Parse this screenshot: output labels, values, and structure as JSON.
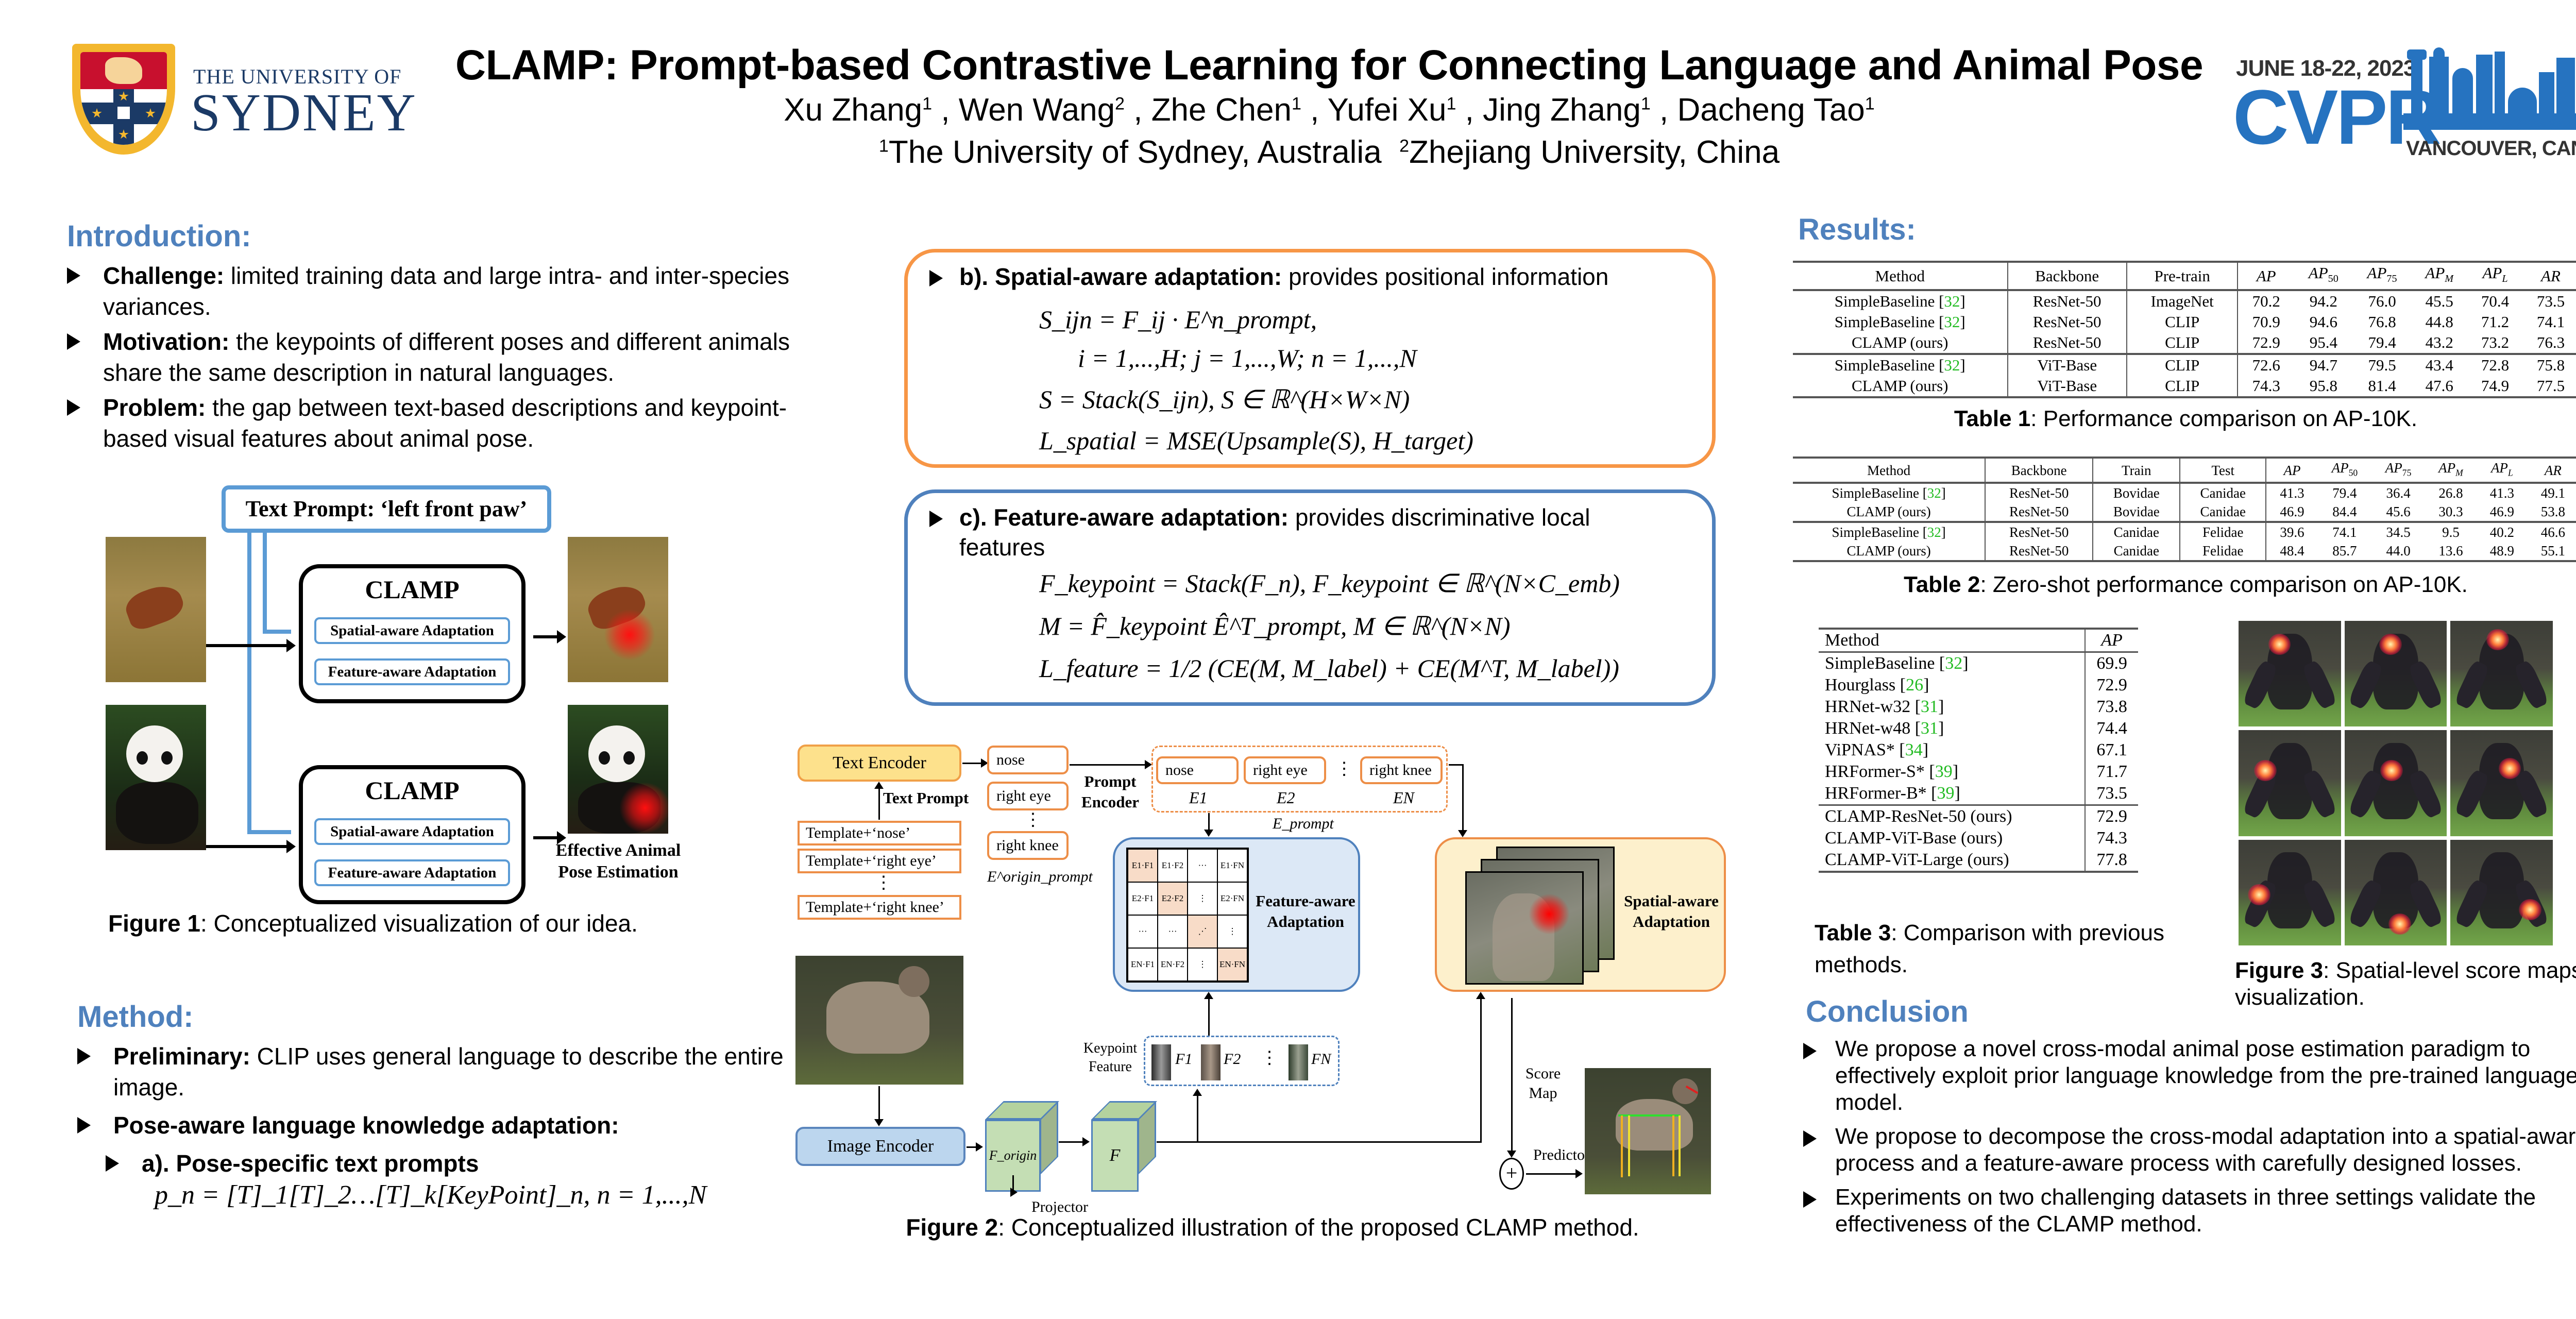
{
  "header": {
    "title": "CLAMP: Prompt-based Contrastive Learning for Connecting Language and Animal Pose",
    "authors": [
      {
        "name": "Xu Zhang",
        "aff": "1"
      },
      {
        "name": "Wen Wang",
        "aff": "2"
      },
      {
        "name": "Zhe Chen",
        "aff": "1"
      },
      {
        "name": "Yufei Xu",
        "aff": "1"
      },
      {
        "name": "Jing Zhang",
        "aff": "1"
      },
      {
        "name": "Dacheng Tao",
        "aff": "1"
      }
    ],
    "affiliations": [
      {
        "num": "1",
        "name": "The University of Sydney, Australia"
      },
      {
        "num": "2",
        "name": "Zhejiang University, China"
      }
    ]
  },
  "logos": {
    "usyd_line1": "THE UNIVERSITY OF",
    "usyd_line2": "SYDNEY",
    "cvpr_date": "JUNE 18-22, 2023",
    "cvpr_name": "CVPR",
    "cvpr_city": "VANCOUVER, CANADA"
  },
  "colors": {
    "heading": "#4f81bd",
    "spatial_border": "#f79646",
    "feature_border": "#4f81bd",
    "ref_green": "#22bb22",
    "cvpr_blue": "#2673c0"
  },
  "introduction": {
    "heading": "Introduction:",
    "items": [
      {
        "label": "Challenge:",
        "text": " limited training data and large intra- and inter-species variances."
      },
      {
        "label": "Motivation:",
        "text": " the keypoints of different poses and different animals share the same description in natural languages."
      },
      {
        "label": "Problem:",
        "text": " the gap between text-based descriptions and keypoint-based visual features about animal pose."
      }
    ]
  },
  "figure1": {
    "text_prompt": "Text Prompt: ‘left front paw’",
    "clamp_label": "CLAMP",
    "spatial_label": "Spatial-aware Adaptation",
    "feature_label": "Feature-aware Adaptation",
    "effective_label_1": "Effective Animal",
    "effective_label_2": "Pose Estimation",
    "caption_bold": "Figure 1",
    "caption_text": ": Conceptualized visualization of our idea."
  },
  "method": {
    "heading": "Method:",
    "preliminary_label": "Preliminary:",
    "preliminary_text": " CLIP uses general language to describe the entire image.",
    "pose_aware_label": "Pose-aware language knowledge adaptation:",
    "sub_a_label": "a). Pose-specific text prompts",
    "equation_pn": "p_n = [T]_1[T]_2…[T]_k[KeyPoint]_n,  n = 1,...,N"
  },
  "spatial_box": {
    "label": "b). Spatial-aware adaptation:",
    "text": " provides positional information",
    "eq1": "S_ijn = F_ij · E^n_prompt,",
    "eq2": "i = 1,...,H; j = 1,...,W; n = 1,...,N",
    "eq3": "S = Stack(S_ijn),  S ∈ ℝ^(H×W×N)",
    "eq4": "L_spatial = MSE(Upsample(S), H_target)"
  },
  "feature_box": {
    "label": "c). Feature-aware adaptation:",
    "text": " provides discriminative local features",
    "eq1": "F_keypoint = Stack(F_n),  F_keypoint ∈ ℝ^(N×C_emb)",
    "eq2": "M = F̂_keypoint Ê^T_prompt,  M ∈ ℝ^(N×N)",
    "eq3": "L_feature = 1/2 (CE(M, M_label) + CE(M^T, M_label))"
  },
  "figure2": {
    "text_encoder": "Text Encoder",
    "text_prompt": "Text Prompt",
    "templates": [
      "Template+‘nose’",
      "Template+‘right eye’",
      "Template+‘right knee’"
    ],
    "origin_tokens": [
      "nose",
      "right eye",
      "right knee"
    ],
    "origin_label": "E^origin_prompt",
    "prompt_encoder": "Prompt Encoder",
    "prompt_tokens": [
      "nose",
      "right eye",
      "right knee"
    ],
    "prompt_token_labels": [
      "E1",
      "E2",
      "EN"
    ],
    "eprompt_label": "E_prompt",
    "matrix": [
      [
        "E1·F1",
        "E1·F2",
        "···",
        "E1·FN"
      ],
      [
        "E2·F1",
        "E2·F2",
        "⋮",
        "E2·FN"
      ],
      [
        "···",
        "···",
        "⋰",
        "⋮"
      ],
      [
        "EN·F1",
        "EN·F2",
        "⋮",
        "EN·FN"
      ]
    ],
    "feature_aware_label": "Feature-aware Adaptation",
    "spatial_aware_label": "Spatial-aware Adaptation",
    "keypoint_feature_label": "Keypoint Feature",
    "keypoint_labels": [
      "F1",
      "F2",
      "FN"
    ],
    "image_encoder": "Image Encoder",
    "f_origin": "F_origin",
    "projector": "Projector",
    "f_label": "F",
    "score_map": "Score Map",
    "predictor": "Predictor",
    "caption_bold": "Figure 2",
    "caption_text": ": Conceptualized illustration of the proposed CLAMP method."
  },
  "results": {
    "heading": "Results:",
    "table1": {
      "headers": [
        "Method",
        "Backbone",
        "Pre-train",
        "AP",
        "AP50",
        "AP75",
        "APM",
        "APL",
        "AR"
      ],
      "rows": [
        {
          "method": "SimpleBaseline",
          "ref": "32",
          "backbone": "ResNet-50",
          "pretrain": "ImageNet",
          "values": [
            "70.2",
            "94.2",
            "76.0",
            "45.5",
            "70.4",
            "73.5"
          ]
        },
        {
          "method": "SimpleBaseline",
          "ref": "32",
          "backbone": "ResNet-50",
          "pretrain": "CLIP",
          "values": [
            "70.9",
            "94.6",
            "76.8",
            "44.8",
            "71.2",
            "74.1"
          ]
        },
        {
          "method": "CLAMP (ours)",
          "ref": "",
          "backbone": "ResNet-50",
          "pretrain": "CLIP",
          "values": [
            "72.9",
            "95.4",
            "79.4",
            "43.2",
            "73.2",
            "76.3"
          ]
        },
        {
          "method": "SimpleBaseline",
          "ref": "32",
          "backbone": "ViT-Base",
          "pretrain": "CLIP",
          "values": [
            "72.6",
            "94.7",
            "79.5",
            "43.4",
            "72.8",
            "75.8"
          ]
        },
        {
          "method": "CLAMP (ours)",
          "ref": "",
          "backbone": "ViT-Base",
          "pretrain": "CLIP",
          "values": [
            "74.3",
            "95.8",
            "81.4",
            "47.6",
            "74.9",
            "77.5"
          ]
        }
      ],
      "caption_bold": "Table 1",
      "caption_text": ": Performance comparison on AP-10K."
    },
    "table2": {
      "headers": [
        "Method",
        "Backbone",
        "Train",
        "Test",
        "AP",
        "AP50",
        "AP75",
        "APM",
        "APL",
        "AR"
      ],
      "rows": [
        {
          "method": "SimpleBaseline",
          "ref": "32",
          "backbone": "ResNet-50",
          "train": "Bovidae",
          "test": "Canidae",
          "values": [
            "41.3",
            "79.4",
            "36.4",
            "26.8",
            "41.3",
            "49.1"
          ]
        },
        {
          "method": "CLAMP (ours)",
          "ref": "",
          "backbone": "ResNet-50",
          "train": "Bovidae",
          "test": "Canidae",
          "values": [
            "46.9",
            "84.4",
            "45.6",
            "30.3",
            "46.9",
            "53.8"
          ]
        },
        {
          "method": "SimpleBaseline",
          "ref": "32",
          "backbone": "ResNet-50",
          "train": "Canidae",
          "test": "Felidae",
          "values": [
            "39.6",
            "74.1",
            "34.5",
            "9.5",
            "40.2",
            "46.6"
          ]
        },
        {
          "method": "CLAMP (ours)",
          "ref": "",
          "backbone": "ResNet-50",
          "train": "Canidae",
          "test": "Felidae",
          "values": [
            "48.4",
            "85.7",
            "44.0",
            "13.6",
            "48.9",
            "55.1"
          ]
        }
      ],
      "caption_bold": "Table 2",
      "caption_text": ": Zero-shot performance comparison on AP-10K."
    },
    "table3": {
      "headers": [
        "Method",
        "AP"
      ],
      "rows": [
        {
          "method": "SimpleBaseline",
          "ref": "32",
          "ap": "69.9"
        },
        {
          "method": "Hourglass",
          "ref": "26",
          "ap": "72.9"
        },
        {
          "method": "HRNet-w32",
          "ref": "31",
          "ap": "73.8"
        },
        {
          "method": "HRNet-w48",
          "ref": "31",
          "ap": "74.4"
        },
        {
          "method": "ViPNAS*",
          "ref": "34",
          "ap": "67.1"
        },
        {
          "method": "HRFormer-S*",
          "ref": "39",
          "ap": "71.7"
        },
        {
          "method": "HRFormer-B*",
          "ref": "39",
          "ap": "73.5"
        },
        {
          "method": "CLAMP-ResNet-50 (ours)",
          "ref": "",
          "ap": "72.9"
        },
        {
          "method": "CLAMP-ViT-Base (ours)",
          "ref": "",
          "ap": "74.3"
        },
        {
          "method": "CLAMP-ViT-Large (ours)",
          "ref": "",
          "ap": "77.8"
        }
      ],
      "caption_bold": "Table 3",
      "caption_text": ": Comparison with previous methods."
    },
    "figure3": {
      "caption_bold": "Figure 3",
      "caption_text": ": Spatial-level score maps visualization."
    }
  },
  "conclusion": {
    "heading": "Conclusion",
    "items": [
      "We propose a novel cross-modal animal pose estimation paradigm to effectively exploit prior language knowledge from the pre-trained language model.",
      "We propose to decompose the cross-modal adaptation into a spatial-aware process and a feature-aware process with carefully designed losses.",
      "Experiments on two challenging datasets in three settings validate the effectiveness of the CLAMP method."
    ]
  }
}
